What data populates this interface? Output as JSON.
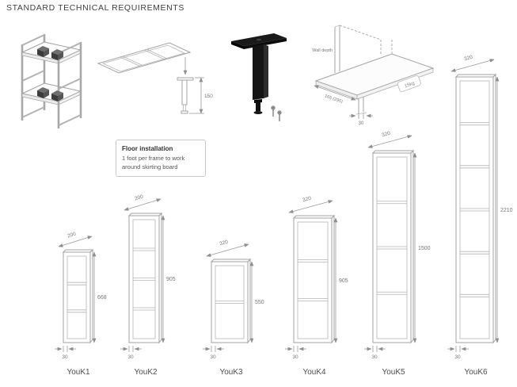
{
  "page": {
    "title": "STANDARD TECHNICAL REQUIREMENTS"
  },
  "floor_installation": {
    "heading": "Floor installation",
    "body": "1 foot per frame to work around skirting board",
    "foot_height_dim": "150"
  },
  "shelf_detail": {
    "depth_label": "Wall depth",
    "depth_dim": "165 (295)",
    "rail_dim": "30",
    "load_badge": "15kg"
  },
  "frames": [
    {
      "label": "YouK1",
      "width_dim": "200",
      "height_dim": "668",
      "depth_dim": "30"
    },
    {
      "label": "YouK2",
      "width_dim": "200",
      "height_dim": "905",
      "depth_dim": "30"
    },
    {
      "label": "YouK3",
      "width_dim": "320",
      "height_dim": "550",
      "depth_dim": "30"
    },
    {
      "label": "YouK4",
      "width_dim": "320",
      "height_dim": "905",
      "depth_dim": "30"
    },
    {
      "label": "YouK5",
      "width_dim": "320",
      "height_dim": "1500",
      "depth_dim": "30"
    },
    {
      "label": "YouK6",
      "width_dim": "320",
      "height_dim": "2210",
      "depth_dim": "30"
    }
  ]
}
